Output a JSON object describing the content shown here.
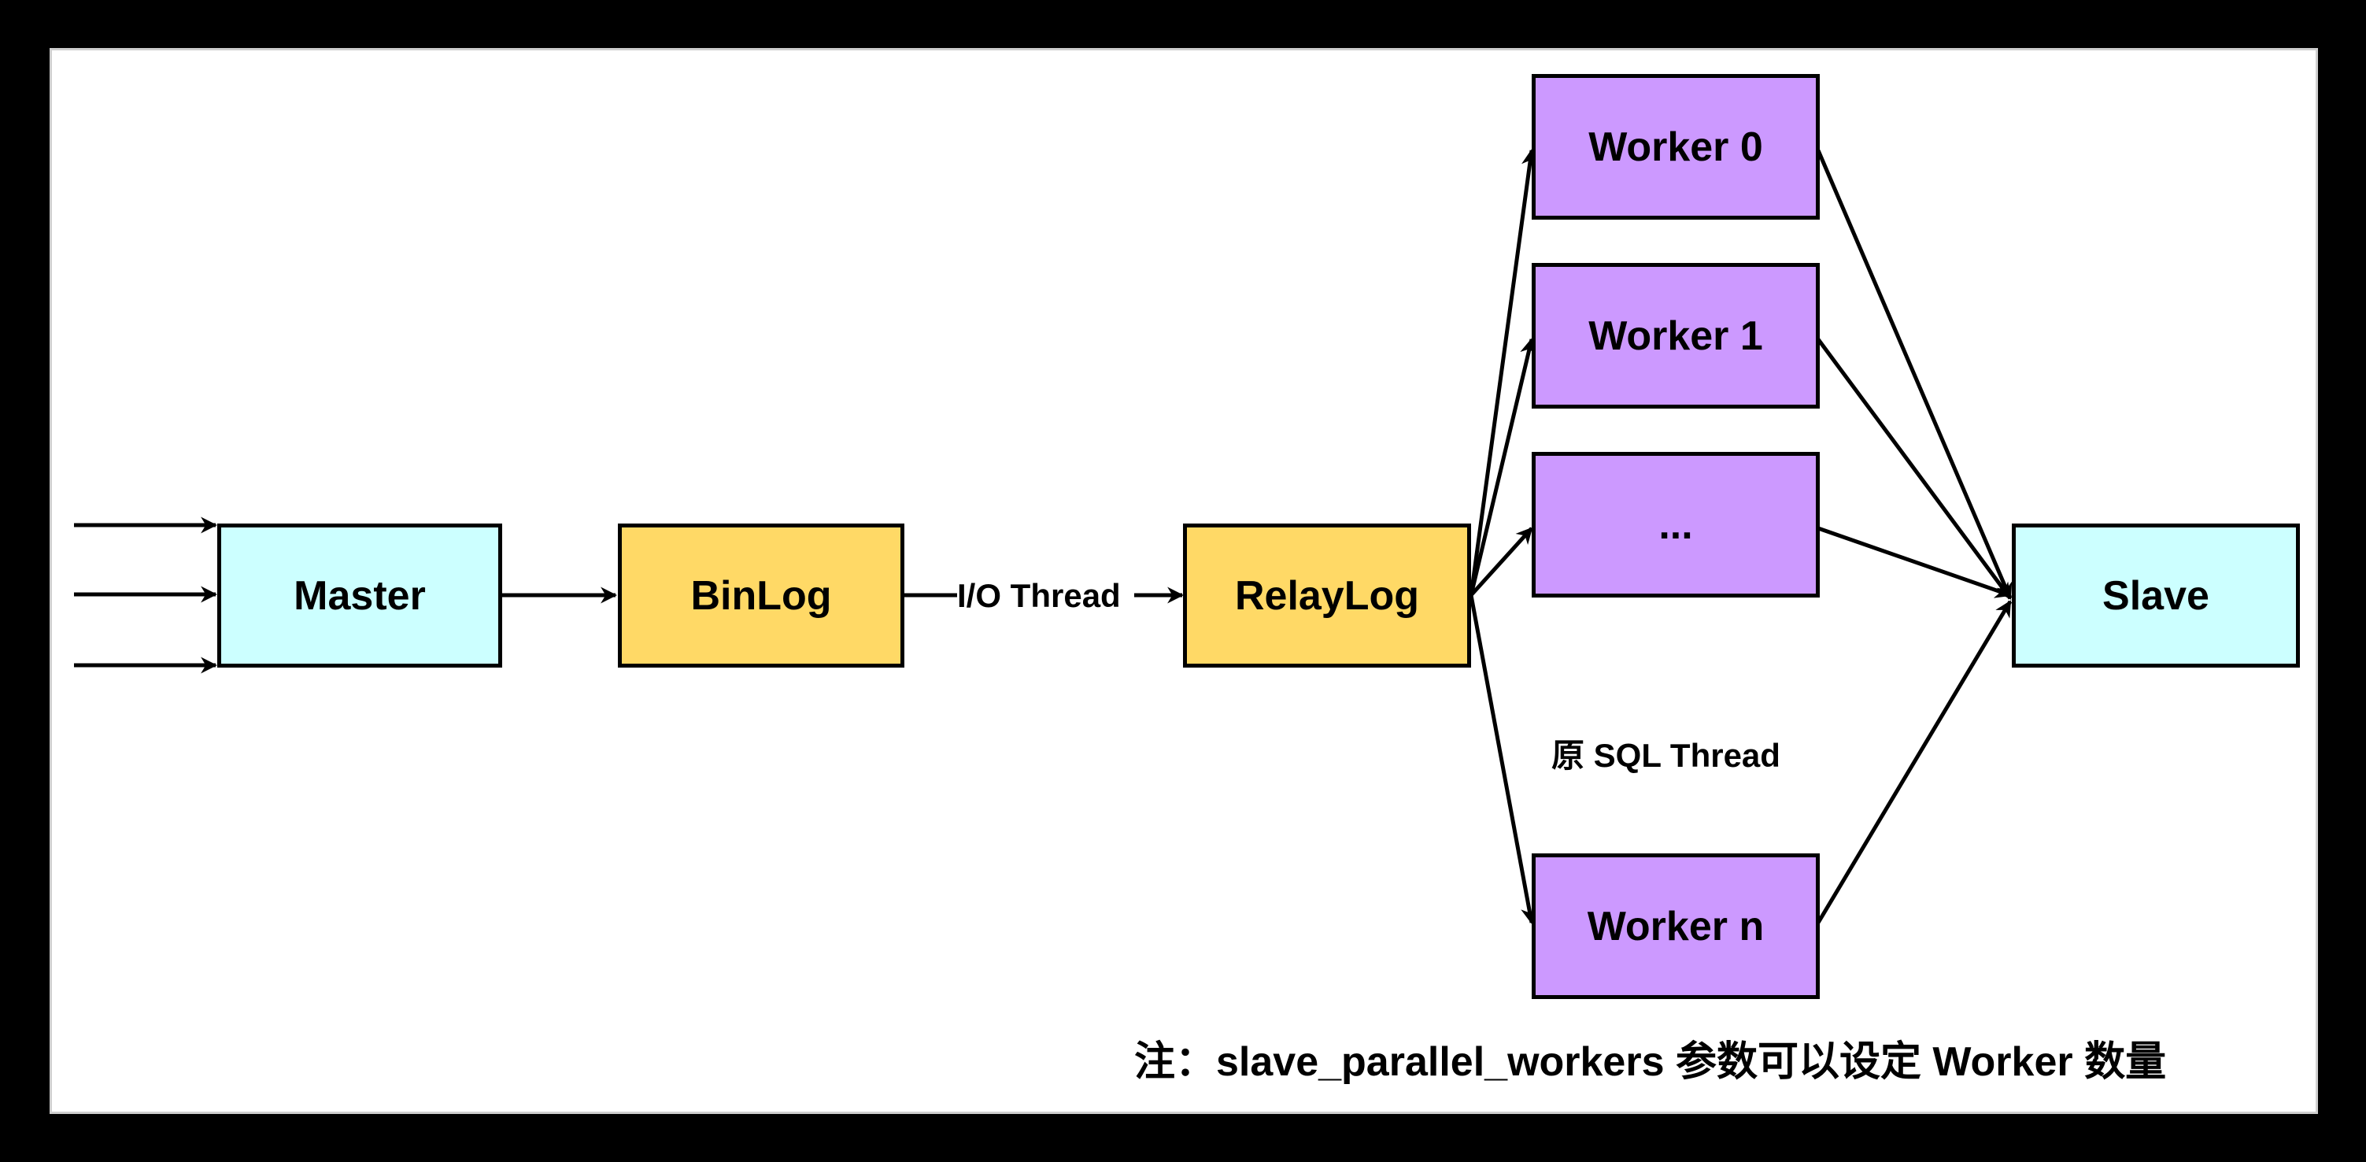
{
  "colors": {
    "endpoint": "#ccffff",
    "log": "#ffd966",
    "worker": "#cc99ff",
    "stroke": "#000000"
  },
  "nodes": {
    "master": "Master",
    "binlog": "BinLog",
    "relaylog": "RelayLog",
    "worker_0": "Worker 0",
    "worker_1": "Worker 1",
    "worker_more": "...",
    "worker_n": "Worker n",
    "slave": "Slave"
  },
  "labels": {
    "io_thread": "I/O Thread",
    "sql_thread": "原 SQL Thread",
    "note": "注：slave_parallel_workers 参数可以设定 Worker 数量"
  }
}
